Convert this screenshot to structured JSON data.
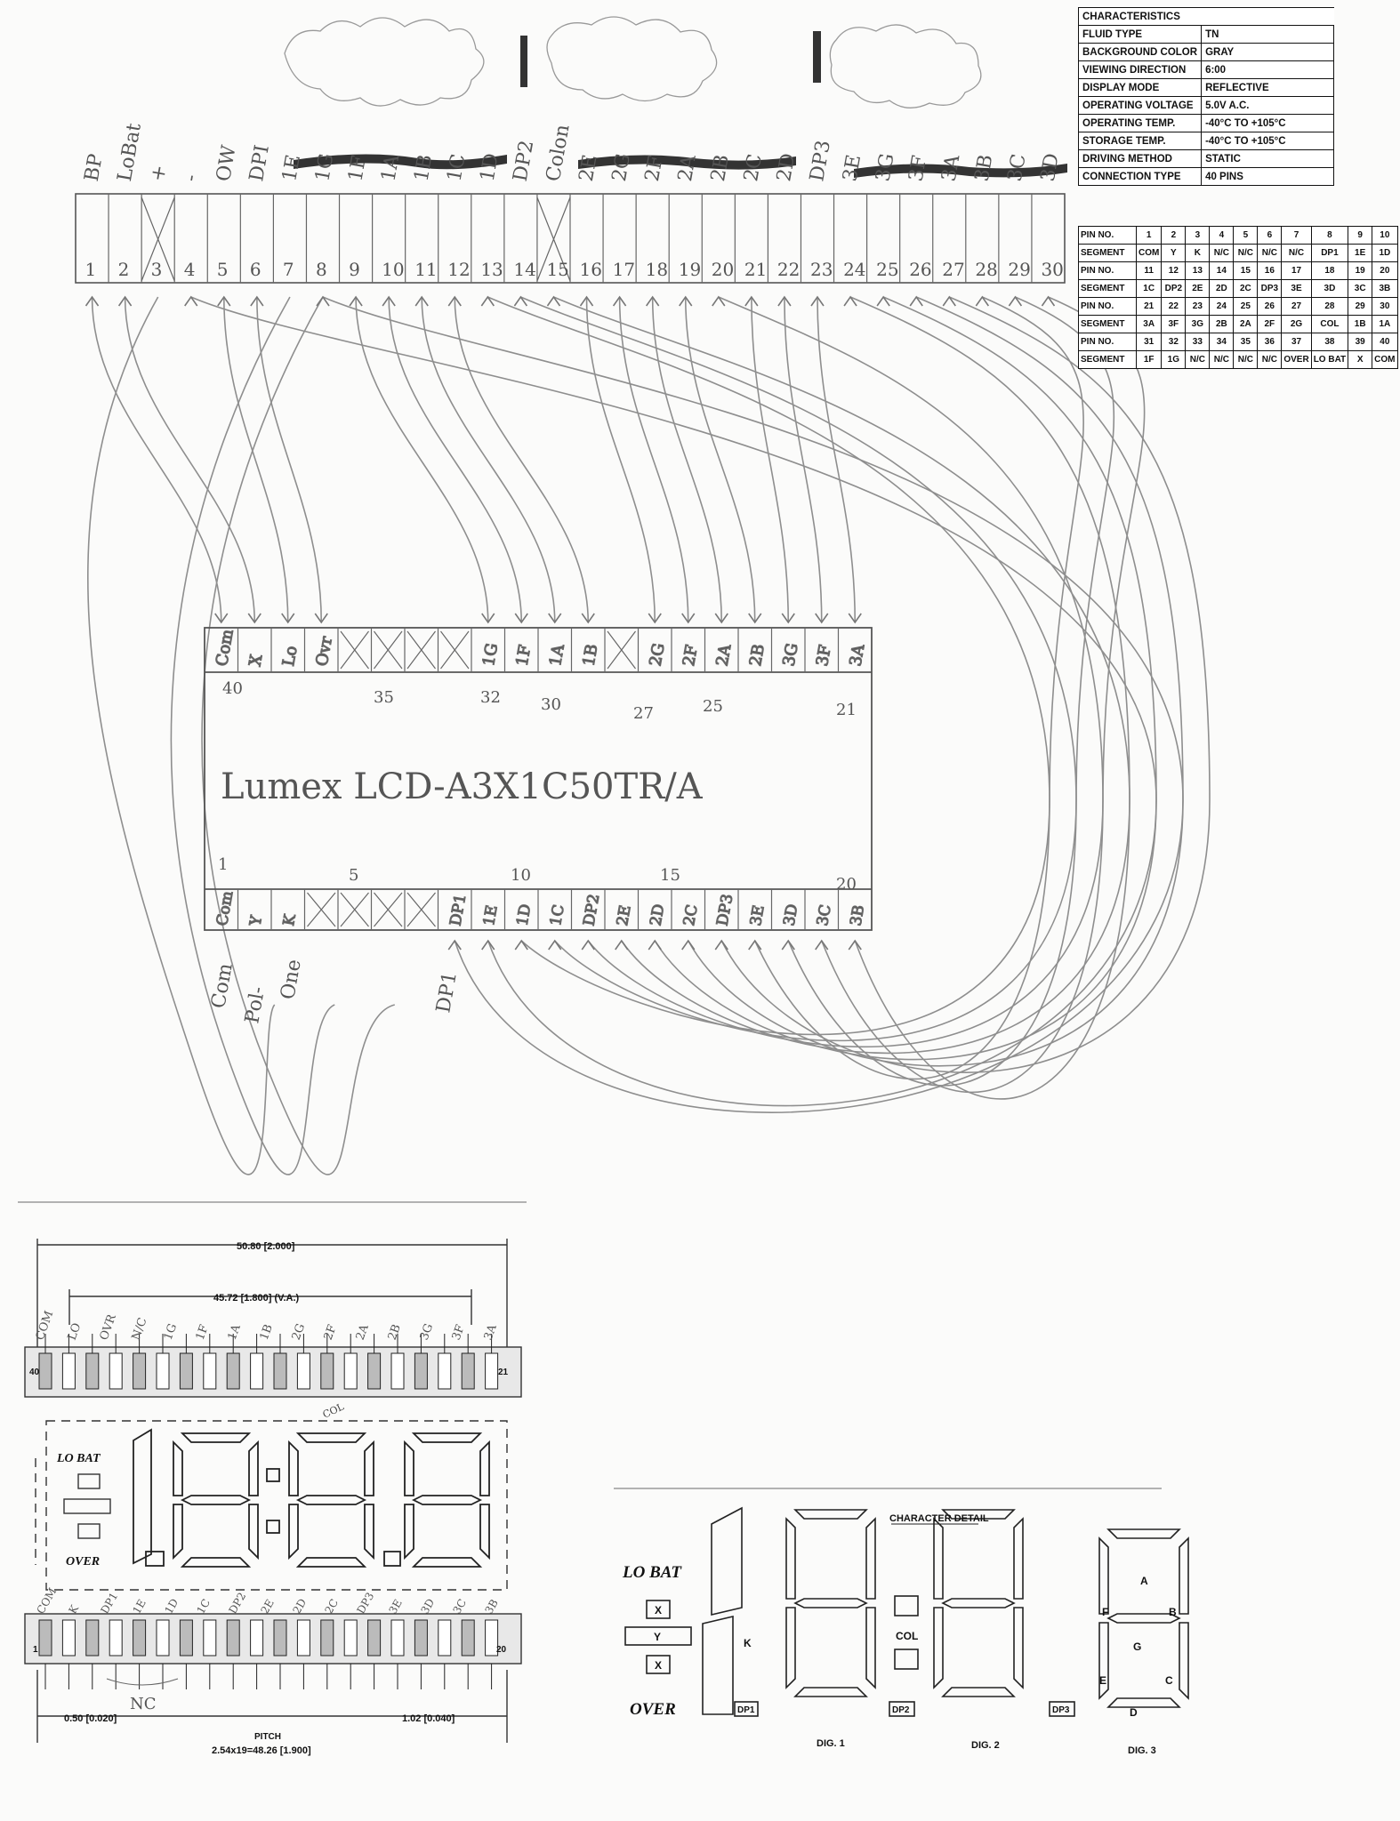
{
  "characteristics": {
    "title": "CHARACTERISTICS",
    "rows": [
      {
        "k": "FLUID TYPE",
        "v": "TN"
      },
      {
        "k": "BACKGROUND COLOR",
        "v": "GRAY"
      },
      {
        "k": "VIEWING DIRECTION",
        "v": "6:00"
      },
      {
        "k": "DISPLAY MODE",
        "v": "REFLECTIVE"
      },
      {
        "k": "OPERATING VOLTAGE",
        "v": "5.0V A.C."
      },
      {
        "k": "OPERATING TEMP.",
        "v": "-40°C TO +105°C"
      },
      {
        "k": "STORAGE TEMP.",
        "v": "-40°C TO +105°C"
      },
      {
        "k": "DRIVING METHOD",
        "v": "STATIC"
      },
      {
        "k": "CONNECTION TYPE",
        "v": "40 PINS"
      }
    ]
  },
  "pinout": {
    "pin_label": "PIN NO.",
    "seg_label": "SEGMENT",
    "groups": [
      {
        "pins": [
          "1",
          "2",
          "3",
          "4",
          "5",
          "6",
          "7",
          "8",
          "9",
          "10"
        ],
        "segs": [
          "COM",
          "Y",
          "K",
          "N/C",
          "N/C",
          "N/C",
          "N/C",
          "DP1",
          "1E",
          "1D"
        ]
      },
      {
        "pins": [
          "11",
          "12",
          "13",
          "14",
          "15",
          "16",
          "17",
          "18",
          "19",
          "20"
        ],
        "segs": [
          "1C",
          "DP2",
          "2E",
          "2D",
          "2C",
          "DP3",
          "3E",
          "3D",
          "3C",
          "3B"
        ]
      },
      {
        "pins": [
          "21",
          "22",
          "23",
          "24",
          "25",
          "26",
          "27",
          "28",
          "29",
          "30"
        ],
        "segs": [
          "3A",
          "3F",
          "3G",
          "2B",
          "2A",
          "2F",
          "2G",
          "COL",
          "1B",
          "1A"
        ]
      },
      {
        "pins": [
          "31",
          "32",
          "33",
          "34",
          "35",
          "36",
          "37",
          "38",
          "39",
          "40"
        ],
        "segs": [
          "1F",
          "1G",
          "N/C",
          "N/C",
          "N/C",
          "N/C",
          "OVER",
          "LO BAT",
          "X",
          "COM"
        ]
      }
    ]
  },
  "header_strip": {
    "numbers": [
      "1",
      "2",
      "3",
      "4",
      "5",
      "6",
      "7",
      "8",
      "9",
      "10",
      "11",
      "12",
      "13",
      "14",
      "15",
      "16",
      "17",
      "18",
      "19",
      "20",
      "21",
      "22",
      "23",
      "24",
      "25",
      "26",
      "27",
      "28",
      "29",
      "30"
    ],
    "top_labels": [
      "BP",
      "LoBat",
      "+",
      "-",
      "OW",
      "DPI",
      "1E",
      "1G",
      "1F",
      "1A",
      "1B",
      "1C",
      "1D",
      "DP2",
      "Colon",
      "2E",
      "2G",
      "2F",
      "2A",
      "2B",
      "2C",
      "2D",
      "DP3",
      "3E",
      "3G",
      "3F",
      "3A",
      "3B",
      "3C",
      "3D"
    ]
  },
  "chip": {
    "title": "Lumex LCD-A3X1C50TR/A",
    "top_pin_labels": [
      "Com",
      "X",
      "Lo",
      "Ovr",
      "",
      "",
      "",
      "",
      "1G",
      "1F",
      "1A",
      "1B",
      "",
      "2G",
      "2F",
      "2A",
      "2B",
      "3G",
      "3F",
      "3A"
    ],
    "top_numbers": {
      "n40": "40",
      "n35": "35",
      "n32": "32",
      "n30": "30",
      "n27": "27",
      "n25": "25",
      "n21": "21"
    },
    "bottom_pin_labels": [
      "Com",
      "Y",
      "K",
      "",
      "",
      "",
      "",
      "DP1",
      "1E",
      "1D",
      "1C",
      "DP2",
      "2E",
      "2D",
      "2C",
      "DP3",
      "3E",
      "3D",
      "3C",
      "3B"
    ],
    "bottom_numbers": {
      "n1": "1",
      "n5": "5",
      "n10": "10",
      "n15": "15",
      "n20": "20"
    },
    "left_notes": [
      "Com",
      "Pol-",
      "One"
    ],
    "right_note": "DP1"
  },
  "drawing": {
    "dim_total": "50.80 [2.000]",
    "dim_va": "45.72 [1.800] (V.A.)",
    "lo_bat": "LO BAT",
    "over": "OVER",
    "col": "COL",
    "pin_end_left_top": "40",
    "pin_end_right_top": "21",
    "pin_end_left_bottom": "1",
    "pin_end_right_bottom": "20",
    "dim_left": "0.50 [0.020]",
    "dim_right": "1.02 [0.040]",
    "pitch_label": "PITCH",
    "pitch_value": "2.54x19=48.26 [1.900]",
    "hand_top": [
      "COM",
      "LO",
      "OVR",
      "N/C",
      "1G",
      "1F",
      "1A",
      "1B",
      "2G",
      "2F",
      "2A",
      "2B",
      "3G",
      "3F",
      "3A"
    ],
    "hand_bottom": [
      "COM",
      "K",
      "DP1",
      "1E",
      "1D",
      "1C",
      "DP2",
      "2E",
      "2D",
      "2C",
      "DP3",
      "3E",
      "3D",
      "3C",
      "3B"
    ],
    "hand_nc": "NC"
  },
  "character_detail": {
    "title": "CHARACTER DETAIL",
    "lo_bat": "LO BAT",
    "over": "OVER",
    "x1": "X",
    "y": "Y",
    "x2": "X",
    "k": "K",
    "col": "COL",
    "dp1": "DP1",
    "dp2": "DP2",
    "dp3": "DP3",
    "dig1": "DIG. 1",
    "dig2": "DIG. 2",
    "dig3": "DIG. 3",
    "seg_a": "A",
    "seg_b": "B",
    "seg_c": "C",
    "seg_d": "D",
    "seg_e": "E",
    "seg_f": "F",
    "seg_g": "G"
  }
}
